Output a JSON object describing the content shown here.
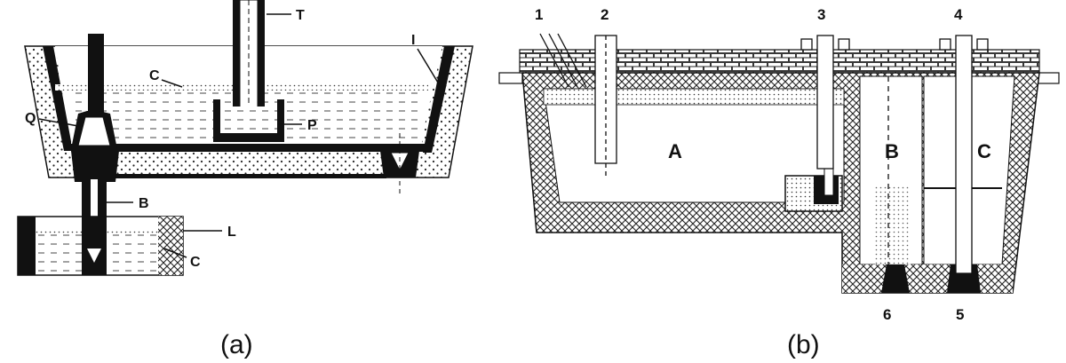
{
  "panel_a": {
    "caption": "(a)",
    "labels": {
      "T": "T",
      "I": "I",
      "C_top": "C",
      "Q": "Q",
      "P": "P",
      "B": "B",
      "L": "L",
      "C_bottom": "C"
    }
  },
  "panel_b": {
    "caption": "(b)",
    "labels": {
      "n1": "1",
      "n2": "2",
      "n3": "3",
      "n4": "4",
      "n5": "5",
      "n6": "6",
      "A": "A",
      "B": "B",
      "C": "C"
    }
  }
}
